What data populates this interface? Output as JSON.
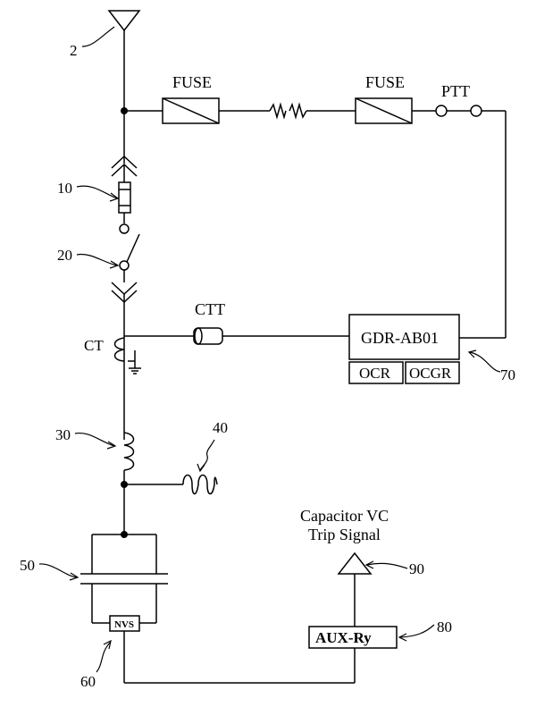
{
  "labels": {
    "ref_2": "2",
    "fuse_1": "FUSE",
    "fuse_2": "FUSE",
    "ptt": "PTT",
    "ref_10": "10",
    "ref_20": "20",
    "ctt": "CTT",
    "ct": "CT",
    "gdr": "GDR-AB01",
    "ocr": "OCR",
    "ocgr": "OCGR",
    "ref_70": "70",
    "ref_30": "30",
    "ref_40": "40",
    "trip_line1": "Capacitor VC",
    "trip_line2": "Trip Signal",
    "ref_90": "90",
    "ref_50": "50",
    "nvs": "NVS",
    "aux": "AUX-Ry",
    "ref_80": "80",
    "ref_60": "60"
  }
}
